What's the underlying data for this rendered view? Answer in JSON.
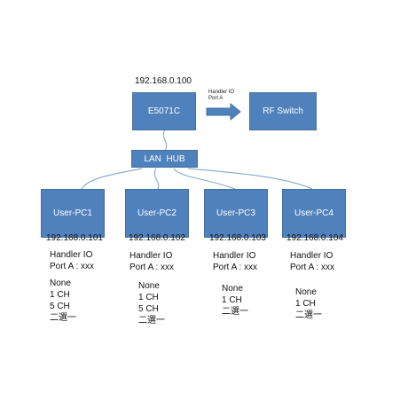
{
  "colors": {
    "box_fill": "#4f81bd",
    "box_border": "#41719c",
    "connector": "#7a9cc8",
    "background": "#ffffff"
  },
  "analyzer": {
    "name": "E5071C",
    "ip": "192.168.0.100",
    "arrow_label_line1": "Handler IO",
    "arrow_label_line2": "Port A"
  },
  "rf_switch": {
    "name": "RF Switch"
  },
  "hub": {
    "name": "LAN  HUB"
  },
  "pcs": [
    {
      "name": "User-PC1",
      "ip": "192.168.0.101",
      "io_line1": "Handler IO",
      "io_line2": "Port A : xxx",
      "channels": [
        "None",
        "1 CH",
        "5 CH",
        "二選一"
      ]
    },
    {
      "name": "User-PC2",
      "ip": "192.168.0.102",
      "io_line1": "Handler IO",
      "io_line2": "Port A : xxx",
      "channels": [
        "None",
        "1 CH",
        "5 CH",
        "二選一"
      ]
    },
    {
      "name": "User-PC3",
      "ip": "192.168.0.103",
      "io_line1": "Handler IO",
      "io_line2": "Port A : xxx",
      "channels": [
        "None",
        "1 CH",
        "二選一"
      ]
    },
    {
      "name": "User-PC4",
      "ip": "192.168.0.104",
      "io_line1": "Handler IO",
      "io_line2": "Port A : xxx",
      "channels": [
        "None",
        "1 CH",
        "二選一"
      ]
    }
  ]
}
